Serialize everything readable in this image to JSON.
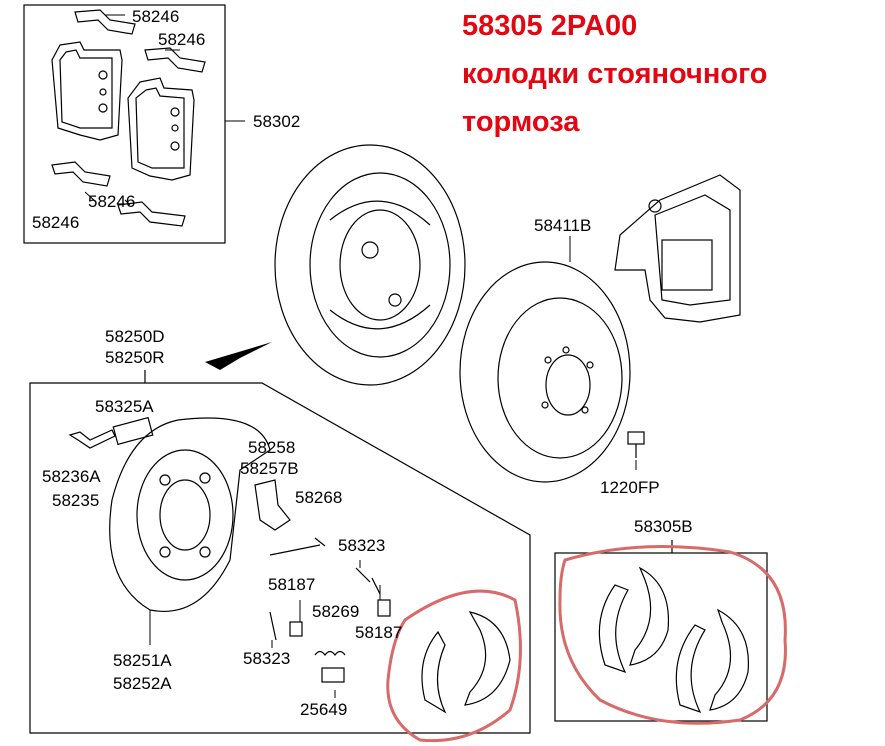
{
  "header": {
    "part_code": "58305 2PA00",
    "description_line1": "колодки стояночного",
    "description_line2": "тормоза"
  },
  "callouts": {
    "pad_clip_top1": "58246",
    "pad_clip_top2": "58246",
    "pad_kit": "58302",
    "pad_clip_bottom1": "58246",
    "pad_clip_bottom2": "58246",
    "disc": "58411B",
    "bolt": "1220FP",
    "backing_assy_a": "58250D",
    "backing_assy_b": "58250R",
    "bracket_plate": "58325A",
    "spring_a": "58236A",
    "spring_b": "58235",
    "lever_a": "58258",
    "lever_b": "58257B",
    "cable_clip": "58268",
    "pin_right": "58323",
    "retainer_left": "58187",
    "spring_center": "58269",
    "retainer_right": "58187",
    "pin_left": "58323",
    "backing_plate_a": "58251A",
    "backing_plate_b": "58252A",
    "adjuster": "25649",
    "shoe_kit": "58305B"
  },
  "colors": {
    "highlight": "#e30613",
    "circle": "#d96a6a",
    "lines": "#000000"
  }
}
